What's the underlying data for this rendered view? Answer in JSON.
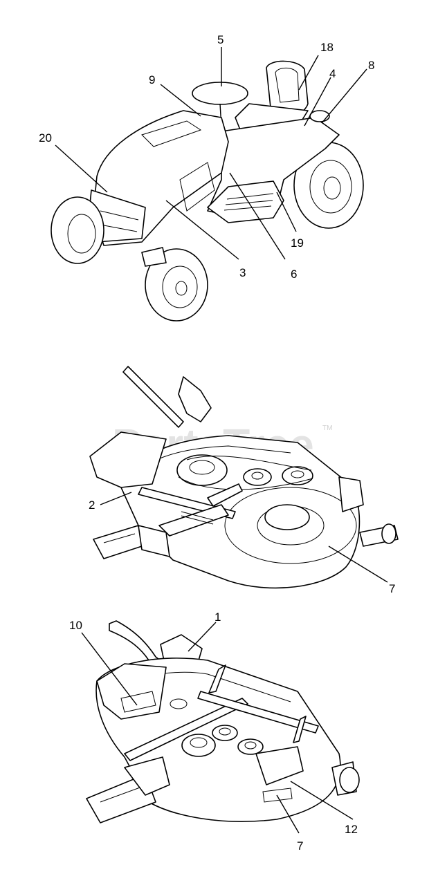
{
  "watermark": "PartsTree",
  "watermark_tm": "TM",
  "callouts": {
    "tractor": [
      "5",
      "18",
      "9",
      "4",
      "8",
      "20",
      "19",
      "3",
      "6"
    ],
    "deck_top": [
      "2",
      "7"
    ],
    "deck_bottom": [
      "10",
      "1",
      "12",
      "7"
    ]
  }
}
